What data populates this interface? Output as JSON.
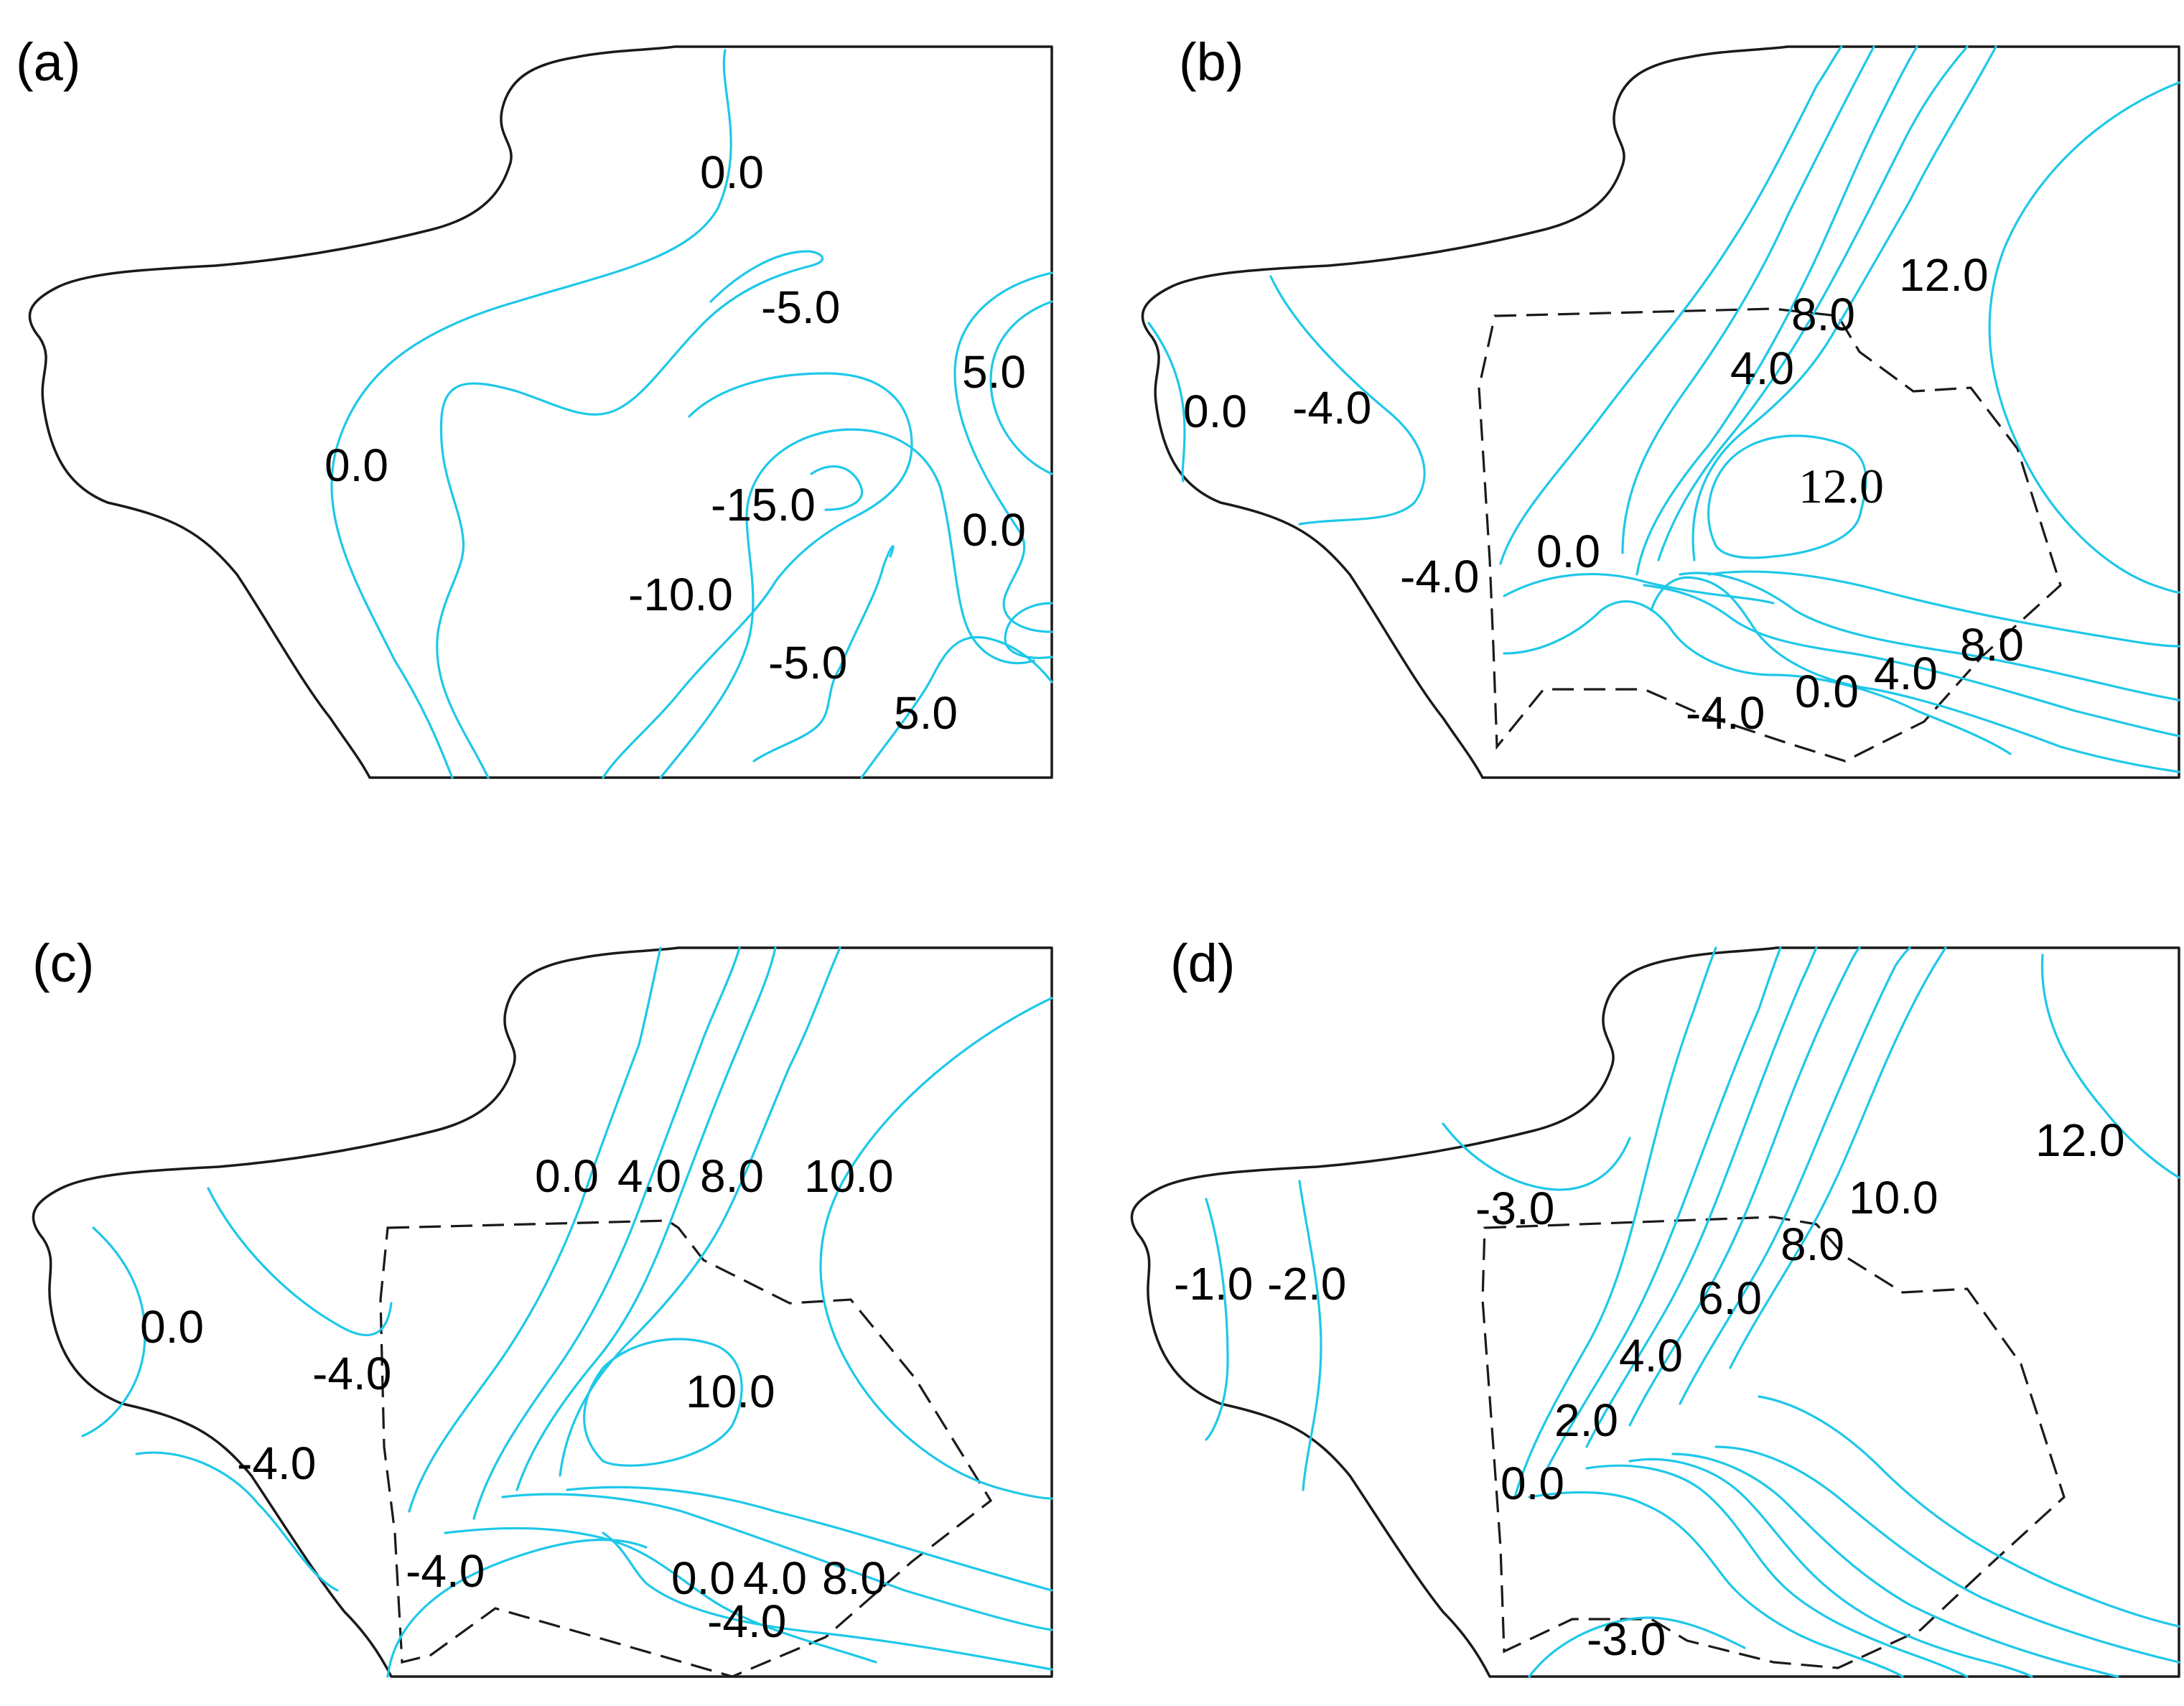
{
  "colors": {
    "contour": "#1ec8e8",
    "boundary": "#1a1a1a",
    "background": "#ffffff"
  },
  "panels": [
    {
      "id": "a",
      "label": "(a)",
      "labels": [
        "0.0",
        "-5.0",
        "5.0",
        "0.0",
        "-15.0",
        "0.0",
        "-10.0",
        "-5.0",
        "5.0"
      ]
    },
    {
      "id": "b",
      "label": "(b)",
      "labels": [
        "12.0",
        "8.0",
        "4.0",
        "0.0",
        "-4.0",
        "12.0",
        "-4.0",
        "0.0",
        "8.0",
        "4.0",
        "0.0",
        "-4.0"
      ]
    },
    {
      "id": "c",
      "label": "(c)",
      "labels": [
        "0.0",
        "4.0",
        "8.0",
        "10.0",
        "0.0",
        "10.0",
        "-4.0",
        "-4.0",
        "-4.0",
        "0.0",
        "4.0",
        "8.0",
        "-4.0"
      ]
    },
    {
      "id": "d",
      "label": "(d)",
      "labels": [
        "12.0",
        "10.0",
        "-3.0",
        "8.0",
        "-1.0",
        "-2.0",
        "6.0",
        "4.0",
        "2.0",
        "0.0",
        "-3.0"
      ]
    }
  ]
}
